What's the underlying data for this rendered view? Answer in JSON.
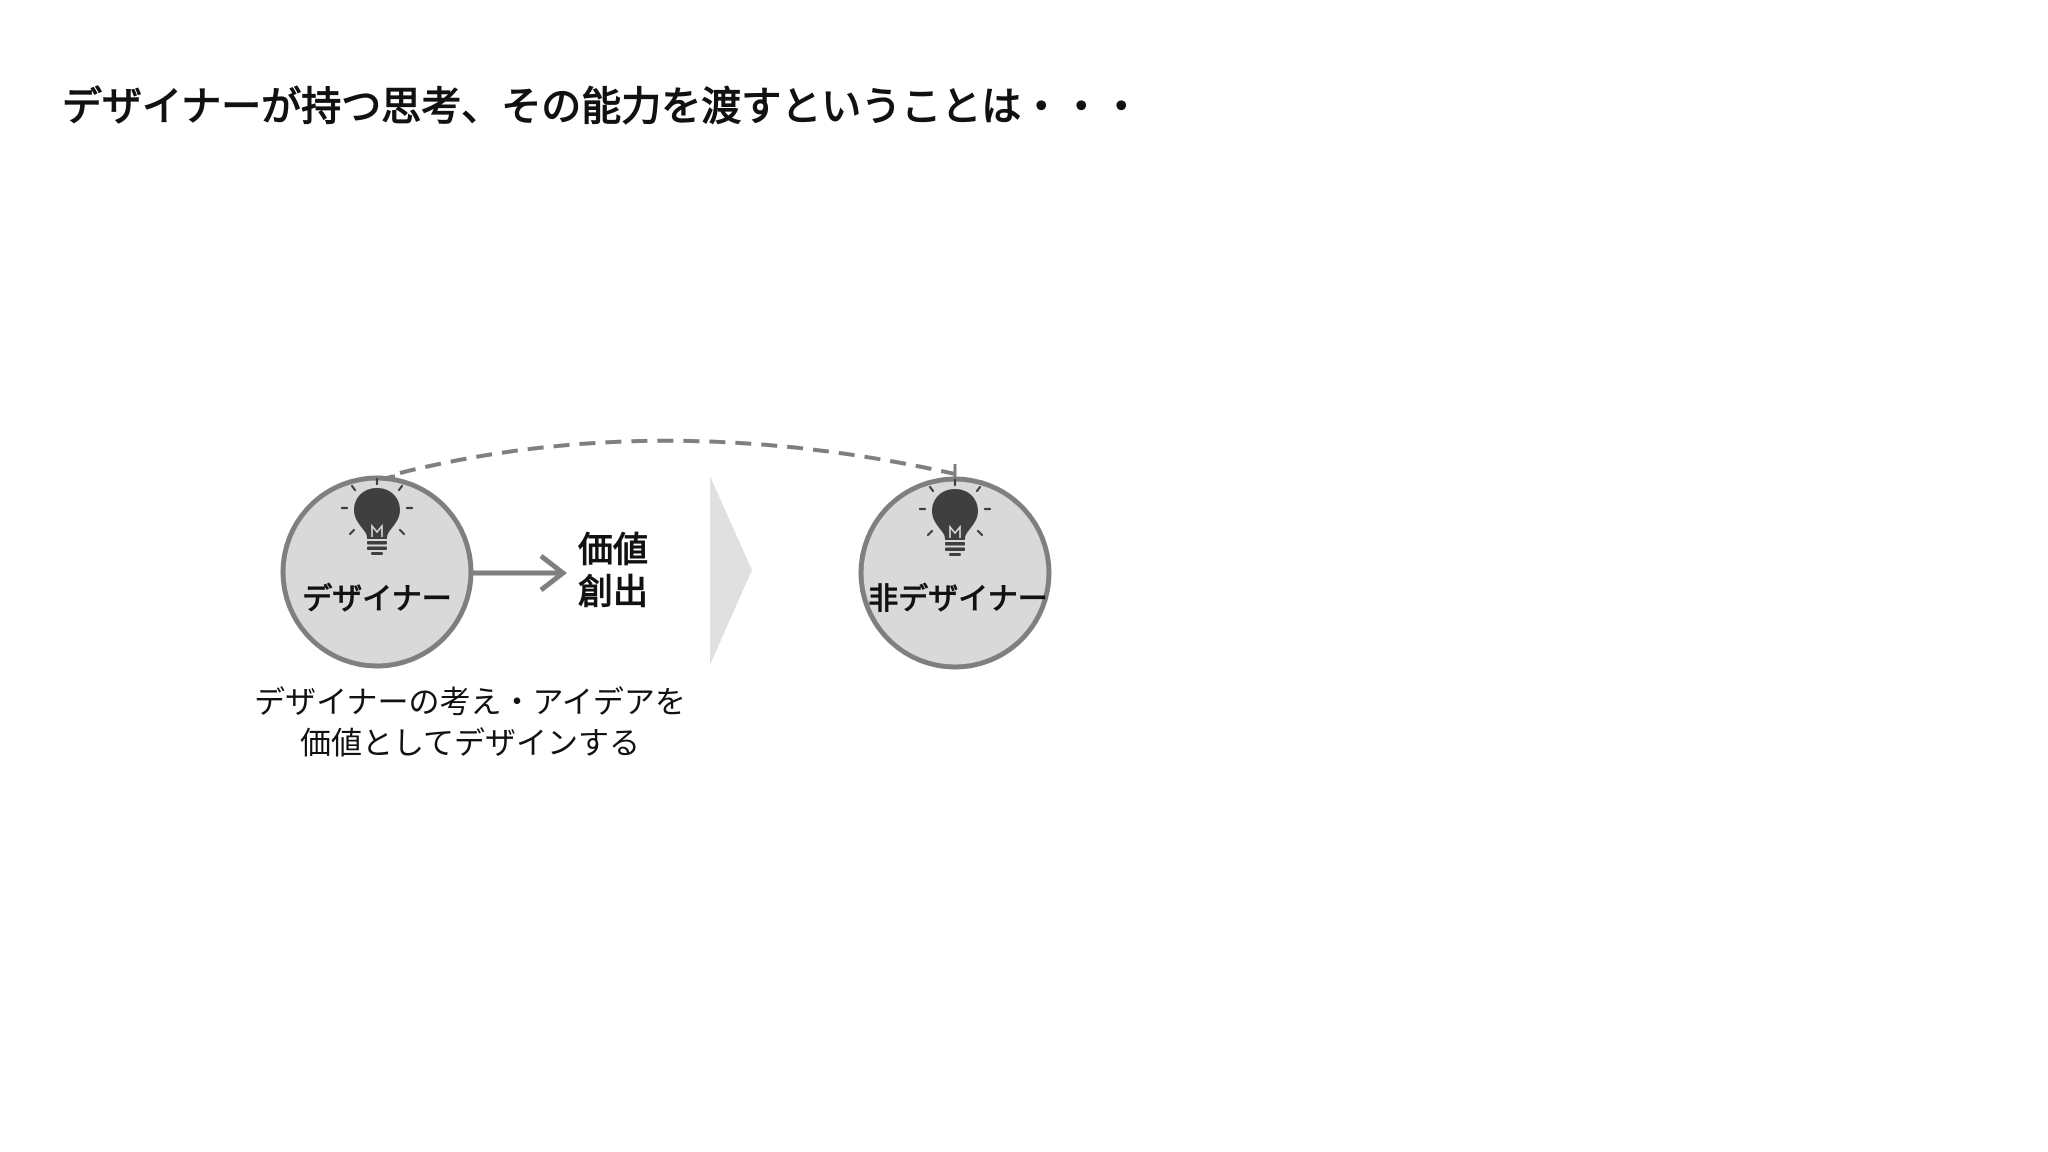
{
  "slide": {
    "title": "デザイナーが持つ思考、その能力を渡すということは・・・"
  },
  "designer": {
    "label": "デザイナー",
    "icon": "lightbulb-icon"
  },
  "value": {
    "line1": "価値",
    "line2": "創出"
  },
  "non_designer": {
    "label": "非デザイナー",
    "icon": "lightbulb-icon"
  },
  "caption": {
    "line1": "デザイナーの考え・アイデアを",
    "line2": "価値としてデザインする"
  },
  "colors": {
    "circle_fill": "#d9d9d9",
    "circle_stroke": "#7f7f7f",
    "bulb": "#3f3f3f",
    "chevron": "#e0e0e0",
    "dashed_line": "#7f7f7f"
  }
}
